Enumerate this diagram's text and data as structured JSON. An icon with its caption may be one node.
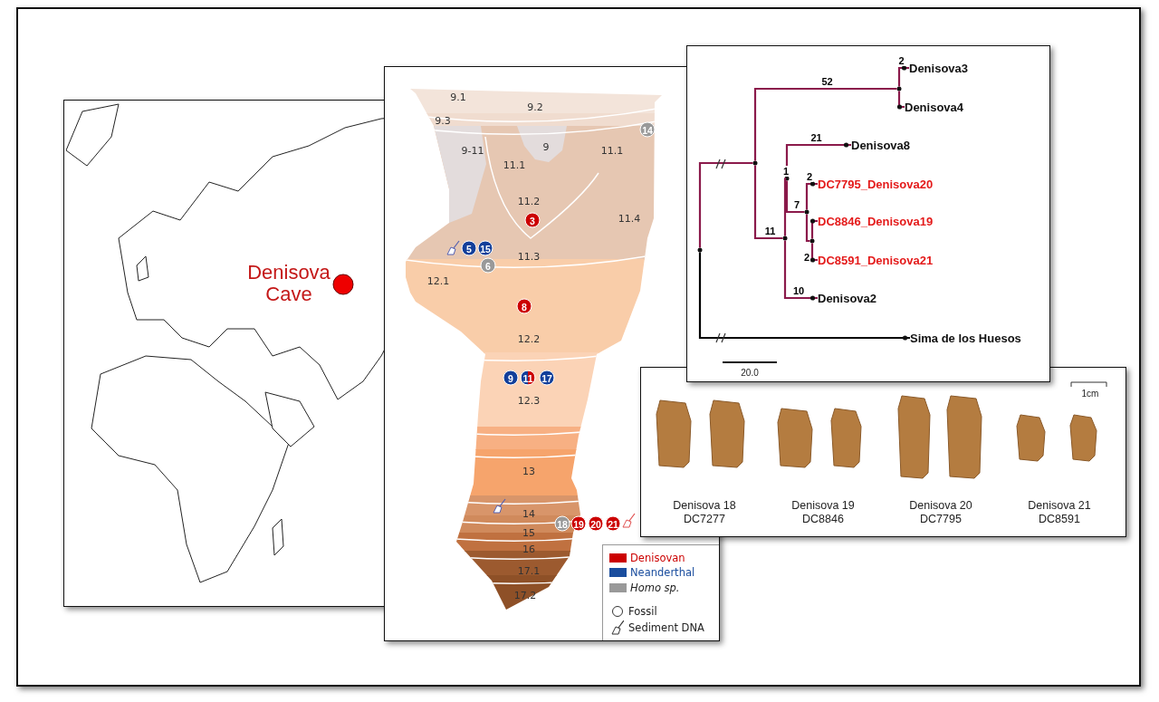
{
  "diagram": {
    "nodes": [
      {
        "text": [
          "14"
        ]
      },
      {
        "text": [
          "3"
        ]
      },
      {
        "text": [
          "5"
        ]
      },
      {
        "text": [
          "15"
        ]
      },
      {
        "text": [
          "6"
        ]
      },
      {
        "text": [
          "8"
        ]
      },
      {
        "text": [
          "9"
        ]
      },
      {
        "text": [
          "11"
        ]
      },
      {
        "text": [
          "17"
        ]
      },
      {
        "text": [
          "18"
        ]
      },
      {
        "text": [
          "19"
        ]
      },
      {
        "text": [
          "20"
        ]
      },
      {
        "text": [
          "21"
        ]
      },
      {
        "text": [],
        "shape": "circle"
      },
      {
        "text": [],
        "shape": "circle"
      },
      {
        "text": [],
        "shape": "circle"
      },
      {
        "text": [
          "Denisova3"
        ]
      },
      {
        "text": [
          "Denisova4"
        ]
      },
      {
        "text": [],
        "shape": "circle"
      },
      {
        "text": [],
        "shape": "circle"
      },
      {
        "text": [
          "Denisova8"
        ]
      },
      {
        "text": [],
        "shape": "circle"
      },
      {
        "text": [
          "DC7795_Denisova20"
        ]
      },
      {
        "text": [],
        "shape": "circle"
      },
      {
        "text": [
          "DC8846_Denisova19"
        ]
      },
      {
        "text": [
          "DC8591_Denisova21"
        ]
      },
      {
        "text": [
          "Denisova2"
        ]
      },
      {
        "text": [
          "Sima de los Huesos"
        ]
      }
    ],
    "edges": [
      {
        "from": 13,
        "to": 14,
        "arrow": "none"
      },
      {
        "from": 13,
        "to": 27,
        "arrow": "other",
        "color": "#000000"
      },
      {
        "from": 14,
        "to": 15,
        "arrow": "none",
        "label": "52"
      },
      {
        "from": 14,
        "to": 18,
        "arrow": "none",
        "label": "11"
      },
      {
        "from": 15,
        "to": 16,
        "arrow": "other",
        "label": "2"
      },
      {
        "from": 15,
        "to": 17,
        "arrow": "other"
      },
      {
        "from": 18,
        "to": 19,
        "arrow": "none",
        "label": "1"
      },
      {
        "from": 18,
        "to": 26,
        "arrow": "other",
        "label": "10"
      },
      {
        "from": 19,
        "to": 20,
        "arrow": "other",
        "label": "21"
      },
      {
        "from": 19,
        "to": 21,
        "arrow": "none",
        "label": "7"
      },
      {
        "from": 21,
        "to": 22,
        "arrow": "other",
        "label": "2"
      },
      {
        "from": 21,
        "to": 23,
        "arrow": "none",
        "label": "2"
      },
      {
        "from": 23,
        "to": 24,
        "arrow": "other"
      },
      {
        "from": 23,
        "to": 25,
        "arrow": "other"
      }
    ],
    "labels": [
      "Denisova Cave",
      "9.1",
      "9.2",
      "9.3",
      "9-11",
      "9",
      "11.1",
      "11.1",
      "11.2",
      "11.4",
      "11.3",
      "12.1",
      "12.2",
      "12.3",
      "13",
      "14",
      "15",
      "16",
      "17.1",
      "17.2",
      "20.0",
      "1cm",
      "Denisova 18",
      "DC7277",
      "Denisova 19",
      "DC8846",
      "Denisova 20",
      "DC7795",
      "Denisova 21",
      "DC8591"
    ],
    "legend": [
      {
        "text": "Denisovan",
        "color": "#cc0000"
      },
      {
        "text": "Neanderthal",
        "color": "#1a4d9e"
      },
      {
        "text": "Homo sp.",
        "color": "#999999"
      },
      {
        "text": "Fossil"
      },
      {
        "text": "Sediment DNA"
      }
    ]
  }
}
